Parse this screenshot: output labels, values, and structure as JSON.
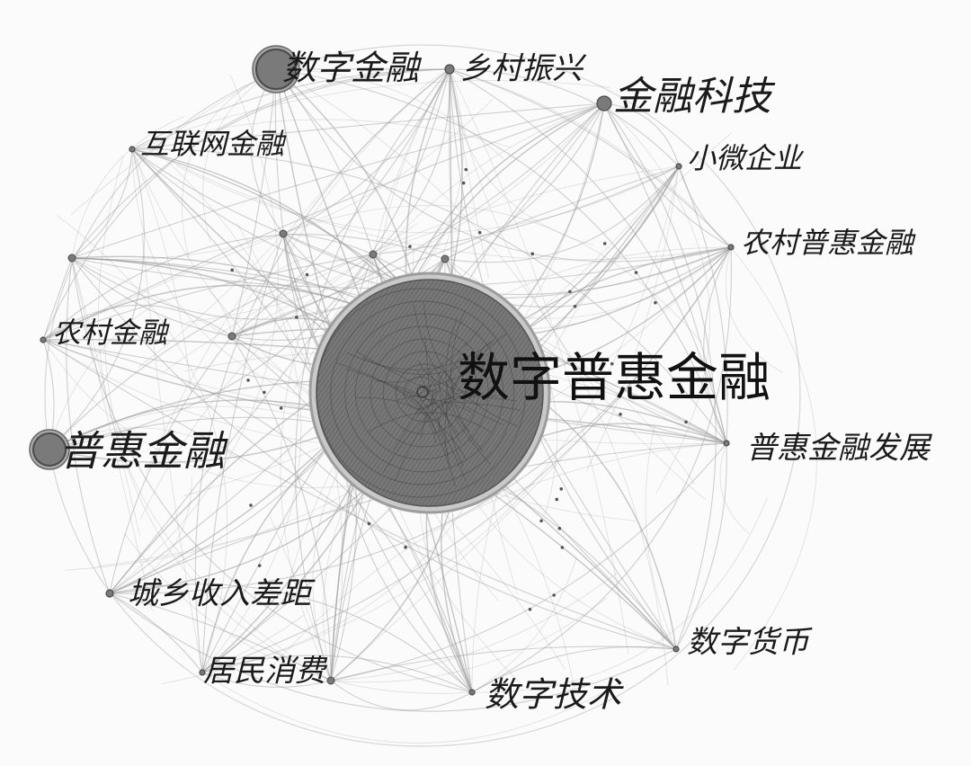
{
  "diagram": {
    "type": "keyword co-occurrence network",
    "colors": {
      "background": "#fbfbfb",
      "edge": "#9a9a9a",
      "node_fill": "#7a7a7a",
      "node_stroke": "#4a4a4a",
      "label": "#1a1a1a"
    },
    "central_node": {
      "label": "数字普惠金融",
      "weight": "largest"
    },
    "nodes": [
      {
        "label": "数字金融",
        "weight": "large"
      },
      {
        "label": "乡村振兴",
        "weight": "small"
      },
      {
        "label": "金融科技",
        "weight": "medium"
      },
      {
        "label": "互联网金融",
        "weight": "small"
      },
      {
        "label": "小微企业",
        "weight": "small"
      },
      {
        "label": "农村普惠金融",
        "weight": "small"
      },
      {
        "label": "农村金融",
        "weight": "small"
      },
      {
        "label": "普惠金融",
        "weight": "large"
      },
      {
        "label": "普惠金融发展",
        "weight": "small"
      },
      {
        "label": "城乡收入差距",
        "weight": "small"
      },
      {
        "label": "数字货币",
        "weight": "small"
      },
      {
        "label": "居民消费",
        "weight": "small"
      },
      {
        "label": "数字技术",
        "weight": "small"
      }
    ]
  }
}
